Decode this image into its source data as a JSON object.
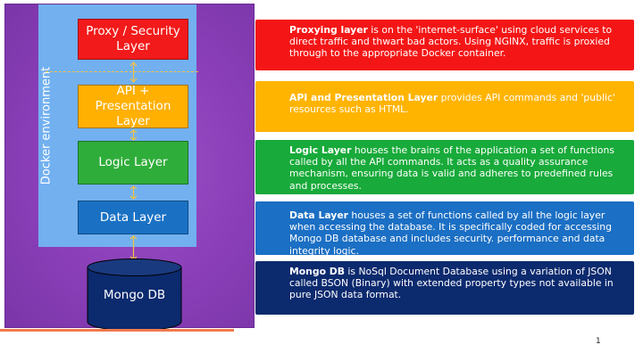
{
  "diagram": {
    "docker_label": "Docker environment",
    "layers": {
      "proxy": "Proxy / Security Layer",
      "api": "API + Presentation Layer",
      "logic": "Logic Layer",
      "data": "Data Layer",
      "db": "Mongo DB"
    }
  },
  "descriptions": [
    {
      "title": "Proxying layer",
      "text": " is on the 'internet-surface' using cloud services to direct traffic and thwart bad actors. Using NGINX, traffic is proxied through to the appropriate Docker container."
    },
    {
      "title": "API and Presentation Layer",
      "text": " provides API commands and 'public' resources such as HTML."
    },
    {
      "title": "Logic Layer",
      "text": " houses the brains of the application a set of functions called by all the API commands. It acts as a quality assurance mechanism, ensuring data is valid and adheres to predefined rules and processes."
    },
    {
      "title": "Data Layer",
      "text": " houses a set of functions called by all the logic layer when accessing the database. It is specifically coded for accessing Mongo DB database and includes security. performance and data integrity logic."
    },
    {
      "title": "Mongo DB",
      "text": " is NoSql Document Database using a variation of JSON called BSON (Binary) with extended property types not available in pure JSON data format."
    }
  ],
  "page_number": "1",
  "colors": {
    "proxy": "#f21a1a",
    "api": "#ffb000",
    "logic": "#2fad3a",
    "data": "#1a71c4",
    "mongo": "#0c2a6e",
    "docker": "#72b0f0",
    "panel": "#8a3fb8"
  }
}
